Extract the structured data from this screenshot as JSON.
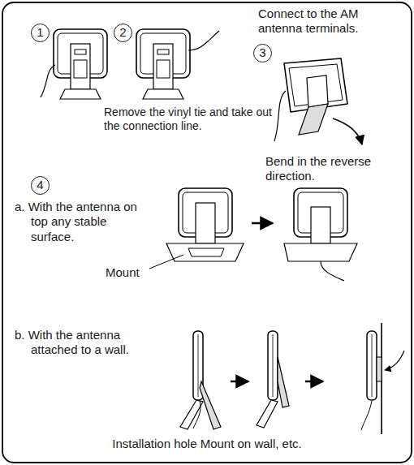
{
  "diagram": {
    "labels": [
      "1",
      "2",
      "Connect to the AM antenna terminals.",
      "3",
      "Remove the vinyl tie and take out the connection line.",
      "Bend in the reverse direction.",
      "4",
      "a. With the antenna on top any stable surface.",
      "Mount",
      "b. With the antenna attached to a wall.",
      "Installation hole Mount on wall, etc."
    ]
  }
}
